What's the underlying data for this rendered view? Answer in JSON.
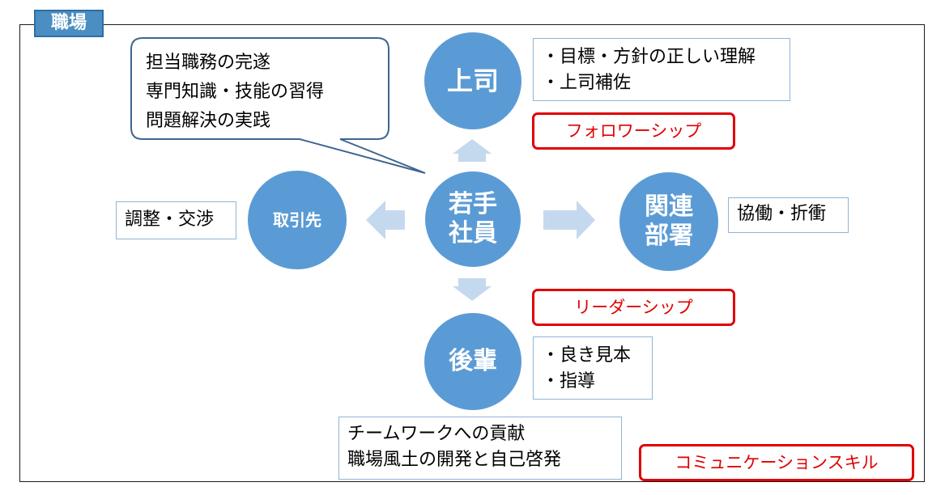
{
  "workplace_tag": "職場",
  "bubble": {
    "lines": [
      "担当職務の完遂",
      "専門知識・技能の習得",
      "問題解決の実践"
    ]
  },
  "nodes": {
    "boss": "上司",
    "young": "若手\n社員",
    "dept": "関連\n部署",
    "client": "取引先",
    "junior": "後輩"
  },
  "boxes": {
    "boss": [
      "・目標・方針の正しい理解",
      "・上司補佐"
    ],
    "dept": [
      "協働・折衝"
    ],
    "client": [
      "調整・交渉"
    ],
    "junior": [
      "・良き見本",
      "・指導"
    ],
    "team": [
      "チームワークへの貢献",
      "職場風土の開発と自己啓発"
    ]
  },
  "skills": {
    "followership": "フォロワーシップ",
    "leadership": "リーダーシップ",
    "communication": "コミュニケーションスキル"
  },
  "colors": {
    "circle": "#5b9bd5",
    "arrow": "#c5d9ee",
    "accent_red": "#e00000",
    "tag_bg": "#4a8ec2"
  }
}
